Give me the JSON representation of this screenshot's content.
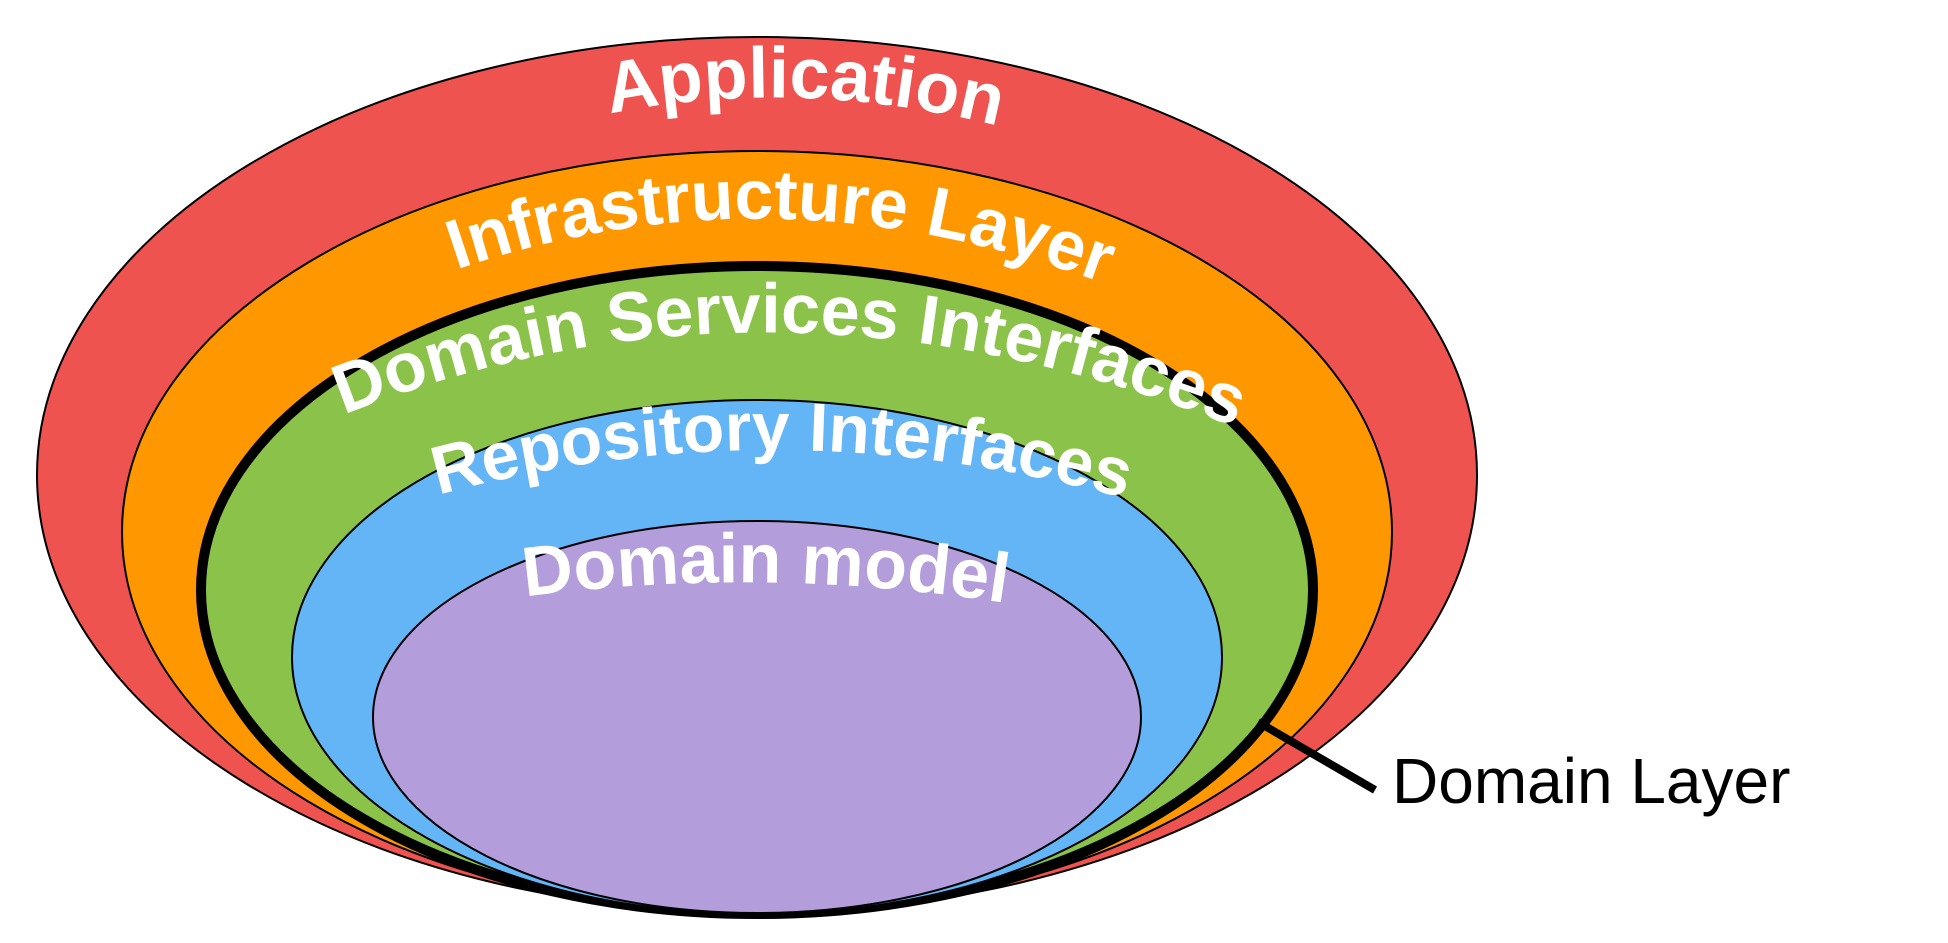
{
  "diagram": {
    "layers": [
      {
        "key": "application",
        "label": "Application",
        "color": "#EF5350"
      },
      {
        "key": "infrastructure",
        "label": "Infrastructure Layer",
        "color": "#FF9800"
      },
      {
        "key": "domain-services",
        "label": "Domain Services Interfaces",
        "color": "#8BC34A"
      },
      {
        "key": "repository",
        "label": "Repository Interfaces",
        "color": "#64B5F6"
      },
      {
        "key": "domain-model",
        "label": "Domain model",
        "color": "#B39DDB"
      }
    ],
    "callout": {
      "label": "Domain Layer",
      "color": "#000000"
    },
    "label_color": "#FFFFFF"
  }
}
